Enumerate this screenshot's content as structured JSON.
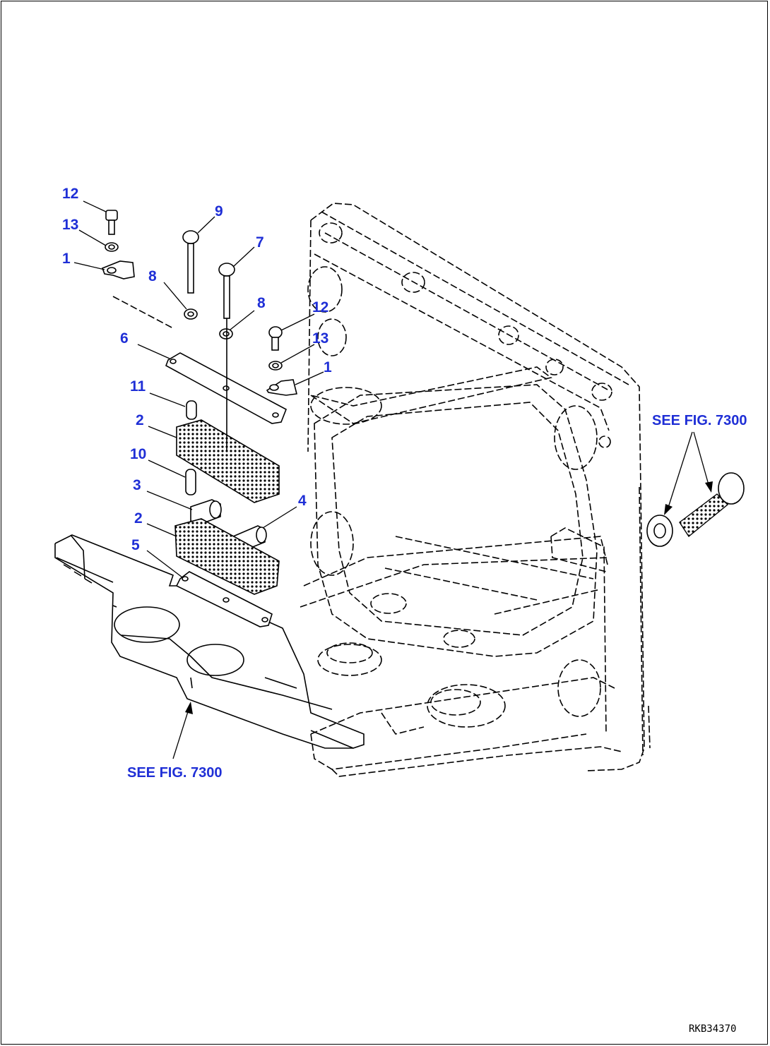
{
  "callouts": [
    {
      "id": "c12a",
      "text": "12"
    },
    {
      "id": "c13a",
      "text": "13"
    },
    {
      "id": "c1a",
      "text": "1"
    },
    {
      "id": "c9",
      "text": "9"
    },
    {
      "id": "c7",
      "text": "7"
    },
    {
      "id": "c8a",
      "text": "8"
    },
    {
      "id": "c8b",
      "text": "8"
    },
    {
      "id": "c12b",
      "text": "12"
    },
    {
      "id": "c13b",
      "text": "13"
    },
    {
      "id": "c1b",
      "text": "1"
    },
    {
      "id": "c6",
      "text": "6"
    },
    {
      "id": "c11",
      "text": "11"
    },
    {
      "id": "c2a",
      "text": "2"
    },
    {
      "id": "c10",
      "text": "10"
    },
    {
      "id": "c3",
      "text": "3"
    },
    {
      "id": "c4",
      "text": "4"
    },
    {
      "id": "c2b",
      "text": "2"
    },
    {
      "id": "c5",
      "text": "5"
    }
  ],
  "references": {
    "right": "SEE FIG. 7300",
    "bottom": "SEE FIG. 7300"
  },
  "drawing_code": "RKB34370",
  "colors": {
    "callout": "#1f2fd6",
    "line": "#000000"
  }
}
